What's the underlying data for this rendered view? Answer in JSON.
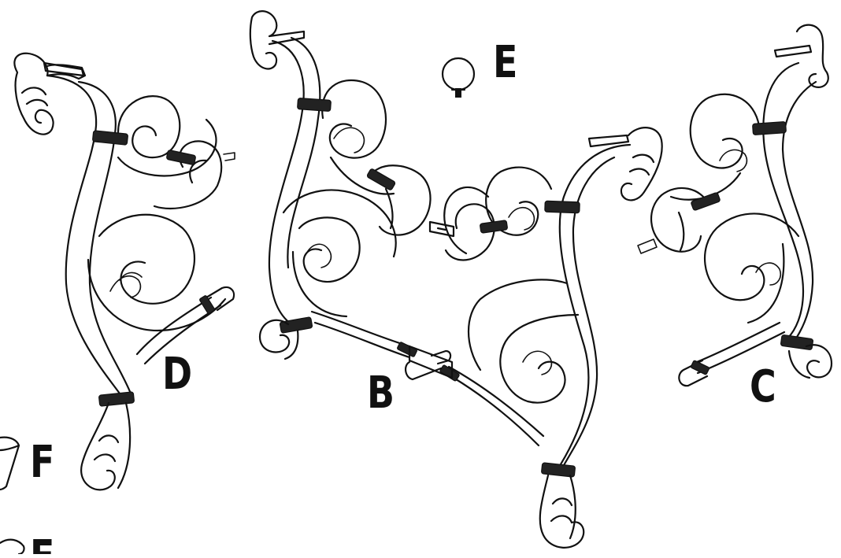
{
  "labels": {
    "d": "D",
    "b": "B",
    "c": "C",
    "e": "E",
    "f": "F",
    "e_partial": "E"
  },
  "colors": {
    "ink": "#111111",
    "background": "#ffffff"
  }
}
